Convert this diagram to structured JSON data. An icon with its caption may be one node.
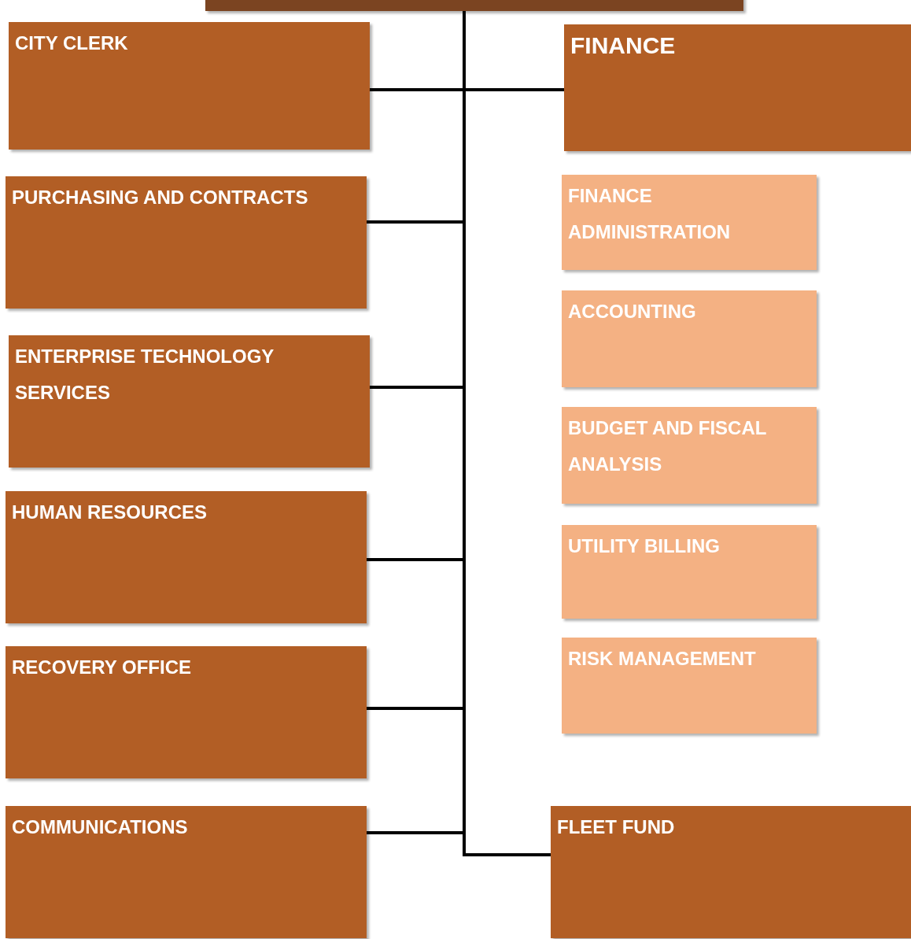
{
  "diagram": {
    "nodes": [
      {
        "text": [],
        "shape": "box"
      },
      {
        "text": [
          "CITY CLERK"
        ]
      },
      {
        "text": [
          "PURCHASING AND CONTRACTS"
        ]
      },
      {
        "text": [
          "ENTERPRISE TECHNOLOGY SERVICES"
        ]
      },
      {
        "text": [
          "HUMAN RESOURCES"
        ]
      },
      {
        "text": [
          "RECOVERY OFFICE"
        ]
      },
      {
        "text": [
          "COMMUNICATIONS"
        ]
      },
      {
        "text": [
          "FINANCE"
        ]
      },
      {
        "text": [
          "FINANCE ADMINISTRATION"
        ]
      },
      {
        "text": [
          "ACCOUNTING"
        ]
      },
      {
        "text": [
          "BUDGET AND FISCAL ANALYSIS"
        ]
      },
      {
        "text": [
          "UTILITY BILLING"
        ]
      },
      {
        "text": [
          "RISK MANAGEMENT"
        ]
      },
      {
        "text": [
          "FLEET FUND"
        ]
      }
    ],
    "edges": [
      {
        "from": 0,
        "to": 1,
        "arrow": "none"
      },
      {
        "from": 0,
        "to": 2,
        "arrow": "none"
      },
      {
        "from": 0,
        "to": 3,
        "arrow": "none"
      },
      {
        "from": 0,
        "to": 4,
        "arrow": "none"
      },
      {
        "from": 0,
        "to": 5,
        "arrow": "none"
      },
      {
        "from": 0,
        "to": 6,
        "arrow": "none"
      },
      {
        "from": 0,
        "to": 7,
        "arrow": "none"
      },
      {
        "from": 0,
        "to": 13,
        "arrow": "none"
      }
    ]
  }
}
